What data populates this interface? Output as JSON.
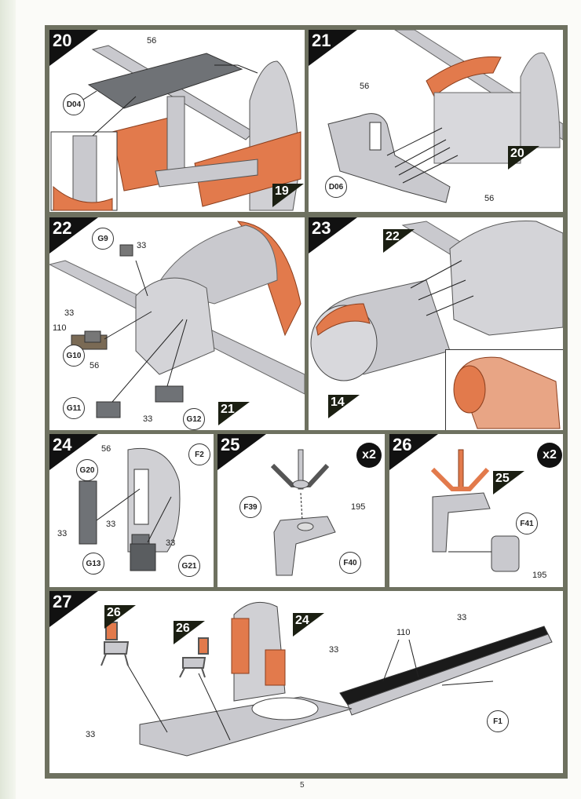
{
  "page_number": "5",
  "steps": {
    "s20": {
      "number": "20",
      "labels": {
        "a": "56",
        "d04": "D04"
      },
      "ref": "19"
    },
    "s21": {
      "number": "21",
      "labels": {
        "a": "56",
        "d06": "D06",
        "b": "56"
      },
      "ref": "20"
    },
    "s22": {
      "number": "22",
      "labels": {
        "g9": "G9",
        "a": "33",
        "b": "33",
        "c": "110",
        "g10": "G10",
        "d": "56",
        "g11": "G11",
        "e": "33",
        "g12": "G12"
      },
      "ref": "21"
    },
    "s23": {
      "number": "23",
      "ref_a": "22",
      "ref_b": "14"
    },
    "s24": {
      "number": "24",
      "labels": {
        "a": "56",
        "f2": "F2",
        "g20": "G20",
        "b": "33",
        "c": "33",
        "g13": "G13",
        "d": "33",
        "g21": "G21"
      }
    },
    "s25": {
      "number": "25",
      "multiplier": "x2",
      "labels": {
        "f39": "F39",
        "a": "195",
        "f40": "F40"
      }
    },
    "s26": {
      "number": "26",
      "multiplier": "x2",
      "ref": "25",
      "labels": {
        "f41": "F41",
        "a": "195"
      }
    },
    "s27": {
      "number": "27",
      "ref_a": "26",
      "ref_b": "26",
      "ref_c": "24",
      "labels": {
        "a": "33",
        "b": "110",
        "c": "33",
        "f1": "F1",
        "d": "33"
      }
    }
  },
  "colors": {
    "frame": "#6e7160",
    "part_grey": "#c9c9ce",
    "part_orange": "#e27a4c",
    "dark_part": "#6f7276"
  }
}
